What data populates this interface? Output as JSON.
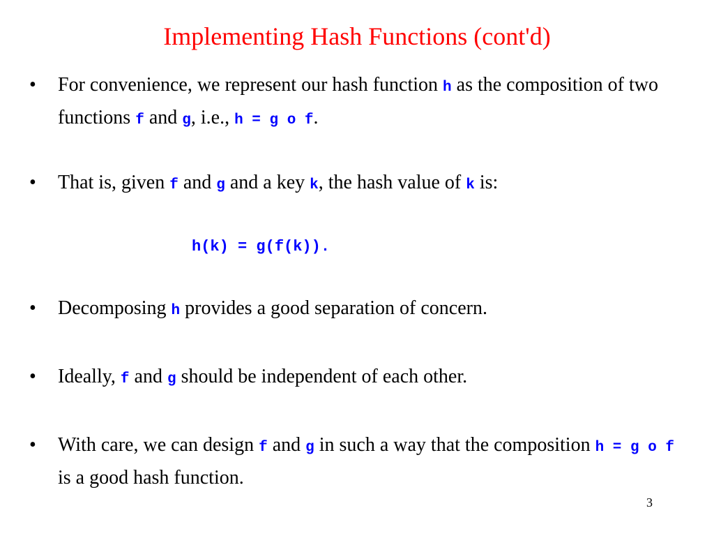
{
  "title": "Implementing Hash Functions (cont'd)",
  "bullet_symbol": "•",
  "bullets": [
    {
      "segments": [
        {
          "t": "For convenience, we represent our hash function ",
          "code": false
        },
        {
          "t": "h",
          "code": true
        },
        {
          "t": " as the composition of two functions ",
          "code": false
        },
        {
          "t": "f",
          "code": true
        },
        {
          "t": " and ",
          "code": false
        },
        {
          "t": "g",
          "code": true
        },
        {
          "t": ", i.e., ",
          "code": false
        },
        {
          "t": "h = g o f",
          "code": true
        },
        {
          "t": ".",
          "code": false
        }
      ]
    },
    {
      "segments": [
        {
          "t": "That is,  given ",
          "code": false
        },
        {
          "t": "f",
          "code": true
        },
        {
          "t": " and ",
          "code": false
        },
        {
          "t": "g",
          "code": true
        },
        {
          "t": " and a key ",
          "code": false
        },
        {
          "t": "k",
          "code": true
        },
        {
          "t": ", the hash value of ",
          "code": false
        },
        {
          "t": "k",
          "code": true
        },
        {
          "t": " is:",
          "code": false
        }
      ]
    },
    {
      "segments": [
        {
          "t": "Decomposing  ",
          "code": false
        },
        {
          "t": "h",
          "code": true
        },
        {
          "t": " provides a good separation of concern.",
          "code": false
        }
      ]
    },
    {
      "segments": [
        {
          "t": "Ideally, ",
          "code": false
        },
        {
          "t": "f",
          "code": true
        },
        {
          "t": " and ",
          "code": false
        },
        {
          "t": "g",
          "code": true
        },
        {
          "t": " should be independent of each other.",
          "code": false
        }
      ]
    },
    {
      "segments": [
        {
          "t": "With care, we can design ",
          "code": false
        },
        {
          "t": "f",
          "code": true
        },
        {
          "t": " and ",
          "code": false
        },
        {
          "t": "g",
          "code": true
        },
        {
          "t": " in such a way that the composition ",
          "code": false
        },
        {
          "t": "h = g o f",
          "code": true
        },
        {
          "t": " is a good hash function.",
          "code": false
        }
      ]
    }
  ],
  "formula": "h(k) = g(f(k)).",
  "page_number": "3",
  "colors": {
    "title": "#ff0000",
    "code": "#0000ff",
    "text": "#000000",
    "background": "#ffffff"
  }
}
